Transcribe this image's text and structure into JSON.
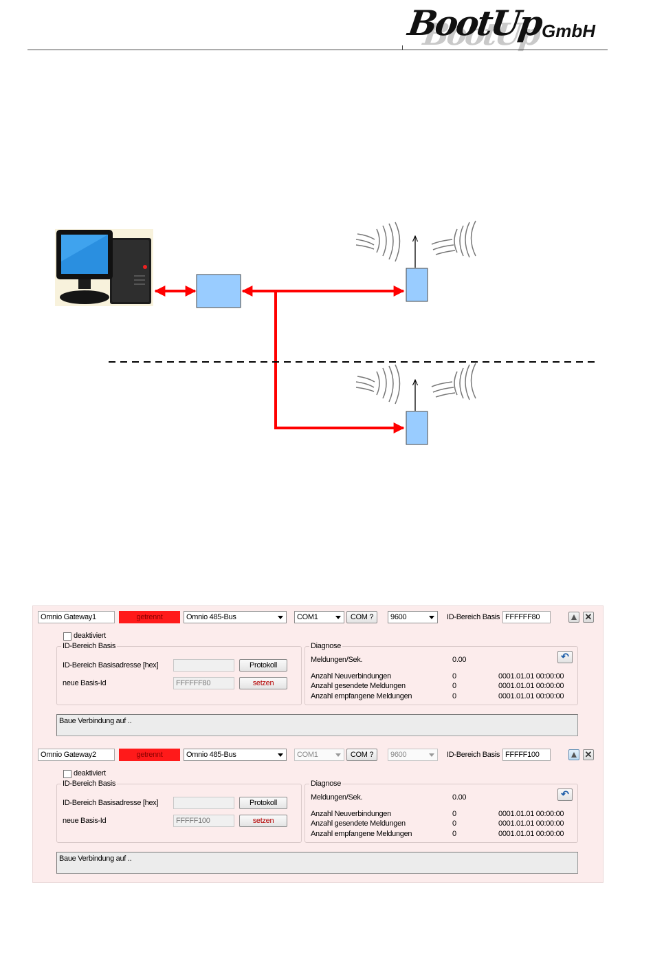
{
  "header": {
    "logo_main": "BootUp",
    "logo_sub": "GmbH"
  },
  "gateways": [
    {
      "name": "Omnio Gateway1",
      "status": "getrennt",
      "bus": "Omnio 485-Bus",
      "port": "COM1",
      "port_enabled": true,
      "com_query_label": "COM ?",
      "baud": "9600",
      "id_base_label": "ID-Bereich Basis",
      "id_base_value": "FFFFFF80",
      "deactivated_label": "deaktiviert",
      "id_group_title": "ID-Bereich Basis",
      "base_address_label": "ID-Bereich Basisadresse [hex]",
      "base_address_value": "",
      "protocol_button": "Protokoll",
      "new_base_label": "neue Basis-Id",
      "new_base_value": "FFFFFF80",
      "set_button": "setzen",
      "diag_title": "Diagnose",
      "diag_rate_label": "Meldungen/Sek.",
      "diag_rate_value": "0.00",
      "diag_rows": [
        {
          "label": "Anzahl Neuverbindungen",
          "count": "0",
          "time": "0001.01.01 00:00:00"
        },
        {
          "label": "Anzahl gesendete Meldungen",
          "count": "0",
          "time": "0001.01.01 00:00:00"
        },
        {
          "label": "Anzahl empfangene Meldungen",
          "count": "0",
          "time": "0001.01.01 00:00:00"
        }
      ],
      "status_text": "Baue Verbindung auf .."
    },
    {
      "name": "Omnio Gateway2",
      "status": "getrennt",
      "bus": "Omnio 485-Bus",
      "port": "COM1",
      "port_enabled": false,
      "com_query_label": "COM ?",
      "baud": "9600",
      "id_base_label": "ID-Bereich Basis",
      "id_base_value": "FFFFF100",
      "deactivated_label": "deaktiviert",
      "id_group_title": "ID-Bereich Basis",
      "base_address_label": "ID-Bereich Basisadresse [hex]",
      "base_address_value": "",
      "protocol_button": "Protokoll",
      "new_base_label": "neue Basis-Id",
      "new_base_value": "FFFFF100",
      "set_button": "setzen",
      "diag_title": "Diagnose",
      "diag_rate_label": "Meldungen/Sek.",
      "diag_rate_value": "0.00",
      "diag_rows": [
        {
          "label": "Anzahl Neuverbindungen",
          "count": "0",
          "time": "0001.01.01 00:00:00"
        },
        {
          "label": "Anzahl gesendete Meldungen",
          "count": "0",
          "time": "0001.01.01 00:00:00"
        },
        {
          "label": "Anzahl empfangene Meldungen",
          "count": "0",
          "time": "0001.01.01 00:00:00"
        }
      ],
      "status_text": "Baue Verbindung auf .."
    }
  ],
  "colors": {
    "status_red": "#ff1a1a",
    "link_arrow_red": "#ff0000",
    "device_blue": "#99ccff",
    "panel_background": "#fcecec"
  }
}
